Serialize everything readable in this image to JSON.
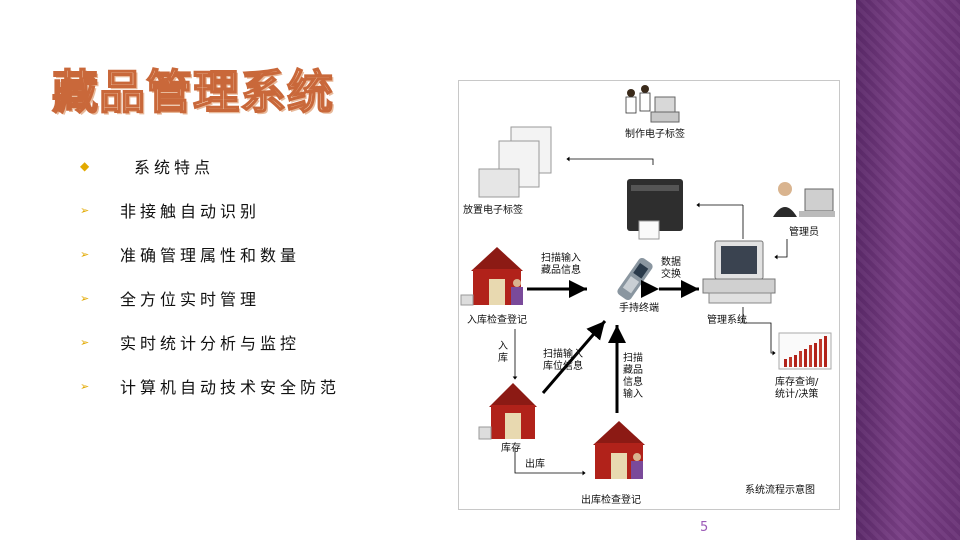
{
  "slide": {
    "title": "藏品管理系统",
    "page_number": "5",
    "bullets": {
      "heading": "系统特点",
      "items": [
        "非接触自动识别",
        "准确管理属性和数量",
        "全方位实时管理",
        "实时统计分析与监控",
        "计算机自动技术安全防范"
      ]
    }
  },
  "diagram": {
    "caption": "系统流程示意图",
    "nodes": {
      "make_tag": "制作电子标签",
      "place_tag": "放置电子标签",
      "admin": "管理员",
      "checkin": "入库检查登记",
      "handheld": "手持终端",
      "mgmt_system": "管理系统",
      "storage": "库存",
      "checkout": "出库检查登记",
      "report": "库存查询/统计/决策"
    },
    "edges": {
      "scan_collection": "扫描输入藏品信息",
      "data_exchange": "数据交换",
      "to_storage": "入库",
      "scan_location": "扫描输入库位信息",
      "scan_collection_out": "扫描藏品信息输入",
      "out": "出库"
    },
    "colors": {
      "barn_red": "#b1221a",
      "printer": "#2e2e2e",
      "arrow": "#000000"
    }
  }
}
